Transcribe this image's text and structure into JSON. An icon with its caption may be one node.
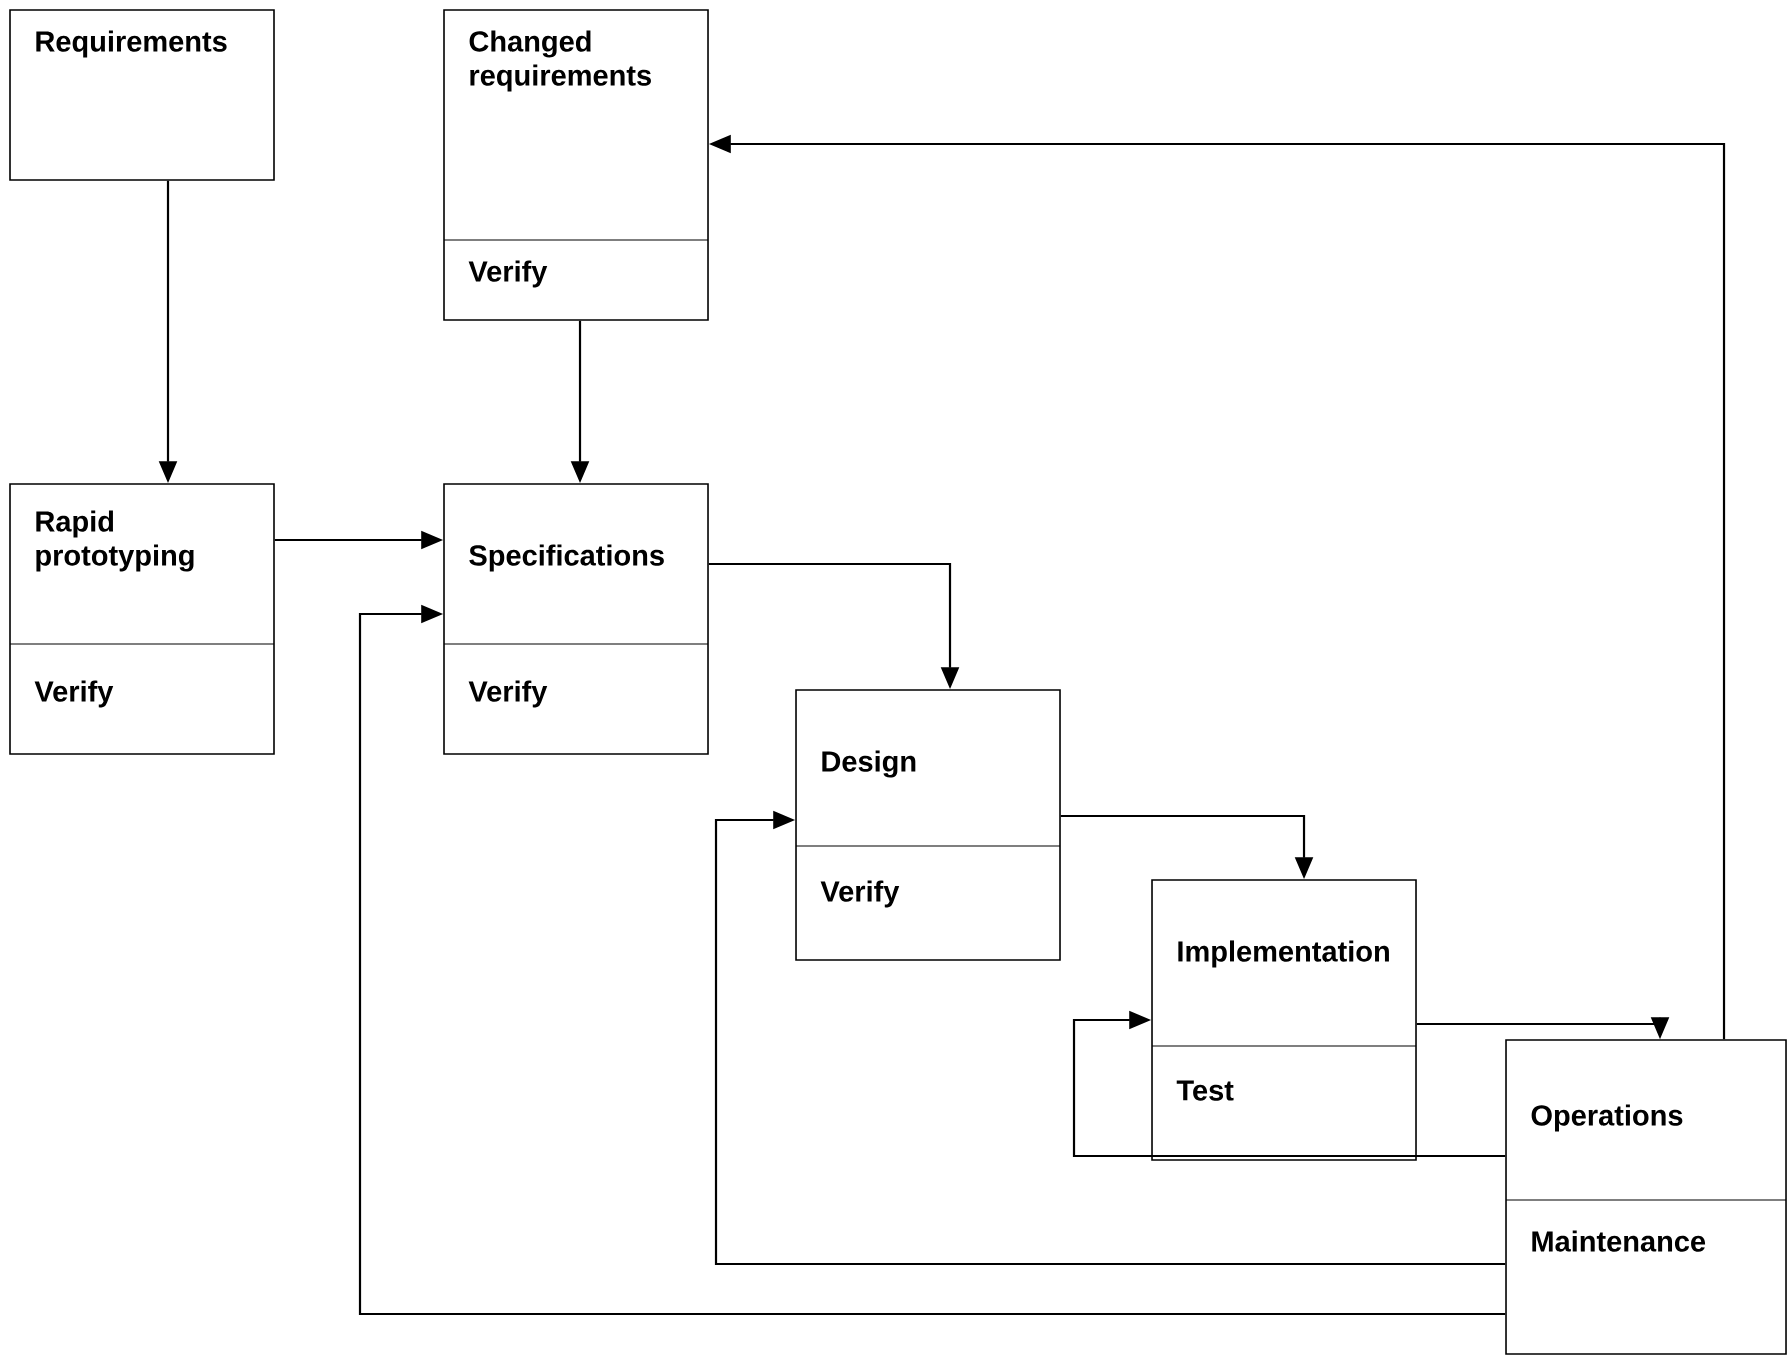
{
  "diagram": {
    "nodes": [
      {
        "text": [
          "Requirements"
        ]
      },
      {
        "text": [
          "Changed requirements",
          "Verify"
        ]
      },
      {
        "text": [
          "Rapid prototyping",
          "Verify"
        ]
      },
      {
        "text": [
          "Specifications",
          "Verify"
        ]
      },
      {
        "text": [
          "Design",
          "Verify"
        ]
      },
      {
        "text": [
          "Implementation",
          "Test"
        ]
      },
      {
        "text": [
          "Operations",
          "Maintenance"
        ]
      }
    ],
    "edges": [
      {
        "from": 0,
        "to": 2,
        "arrow": "to"
      },
      {
        "from": 1,
        "to": 3,
        "arrow": "to"
      },
      {
        "from": 2,
        "to": 3,
        "arrow": "to"
      },
      {
        "from": 3,
        "to": 4,
        "arrow": "to"
      },
      {
        "from": 4,
        "to": 5,
        "arrow": "to"
      },
      {
        "from": 5,
        "to": 6,
        "arrow": "to"
      },
      {
        "from": 6,
        "to": 1,
        "arrow": "to"
      },
      {
        "from": 6,
        "to": 5,
        "arrow": "to"
      },
      {
        "from": 6,
        "to": 4,
        "arrow": "to"
      },
      {
        "from": 6,
        "to": 3,
        "arrow": "to"
      }
    ]
  }
}
